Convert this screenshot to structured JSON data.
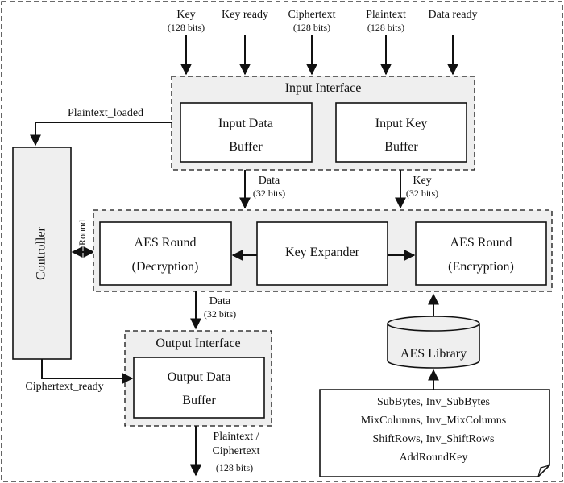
{
  "inputs": {
    "key": {
      "label": "Key",
      "sub": "(128 bits)"
    },
    "key_ready": {
      "label": "Key ready"
    },
    "ciphertext": {
      "label": "Ciphertext",
      "sub": "(128 bits)"
    },
    "plaintext": {
      "label": "Plaintext",
      "sub": "(128 bits)"
    },
    "data_ready": {
      "label": "Data ready"
    }
  },
  "input_interface": {
    "title": "Input Interface",
    "data_buffer": {
      "line1": "Input Data",
      "line2": "Buffer"
    },
    "key_buffer": {
      "line1": "Input Key",
      "line2": "Buffer"
    }
  },
  "plaintext_loaded": "Plaintext_loaded",
  "controller": "Controller",
  "round": "Round",
  "data_bus_in": {
    "label": "Data",
    "sub": "(32 bits)"
  },
  "key_bus": {
    "label": "Key",
    "sub": "(32 bits)"
  },
  "core": {
    "decryption": {
      "line1": "AES Round",
      "line2": "(Decryption)"
    },
    "key_expander": "Key Expander",
    "encryption": {
      "line1": "AES Round",
      "line2": "(Encryption)"
    }
  },
  "data_bus_out": {
    "label": "Data",
    "sub": "(32 bits)"
  },
  "output_interface": {
    "title": "Output Interface",
    "buffer": {
      "line1": "Output Data",
      "line2": "Buffer"
    }
  },
  "ciphertext_ready": "Ciphertext_ready",
  "output_label": {
    "line1": "Plaintext /",
    "line2": "Ciphertext",
    "sub": "(128 bits)"
  },
  "library": "AES Library",
  "library_functions": [
    "SubBytes, Inv_SubBytes",
    "MixColumns, Inv_MixColumns",
    "ShiftRows, Inv_ShiftRows",
    "AddRoundKey"
  ]
}
